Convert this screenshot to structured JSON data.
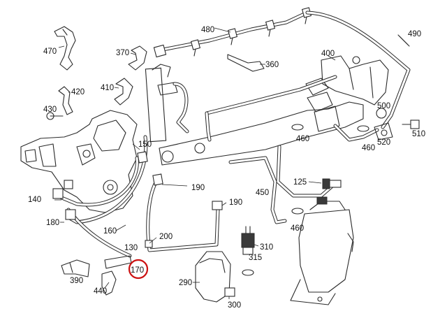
{
  "diagram": {
    "callouts": {
      "c130": "130",
      "c140": "140",
      "c150": "150",
      "c160": "160",
      "c170": "170",
      "c180": "180",
      "c190a": "190",
      "c190b": "190",
      "c200": "200",
      "c290": "290",
      "c300": "300",
      "c310": "310",
      "c315": "315",
      "c360": "360",
      "c370": "370",
      "c390": "390",
      "c400": "400",
      "c410": "410",
      "c420": "420",
      "c430": "430",
      "c440": "440",
      "c450": "450",
      "c460a": "460",
      "c460b": "460",
      "c460c": "460",
      "c470": "470",
      "c480": "480",
      "c490": "490",
      "c500": "500",
      "c510": "510",
      "c520": "520",
      "c125": "125"
    },
    "highlight": {
      "callout": "170",
      "color": "#cc1111"
    }
  }
}
